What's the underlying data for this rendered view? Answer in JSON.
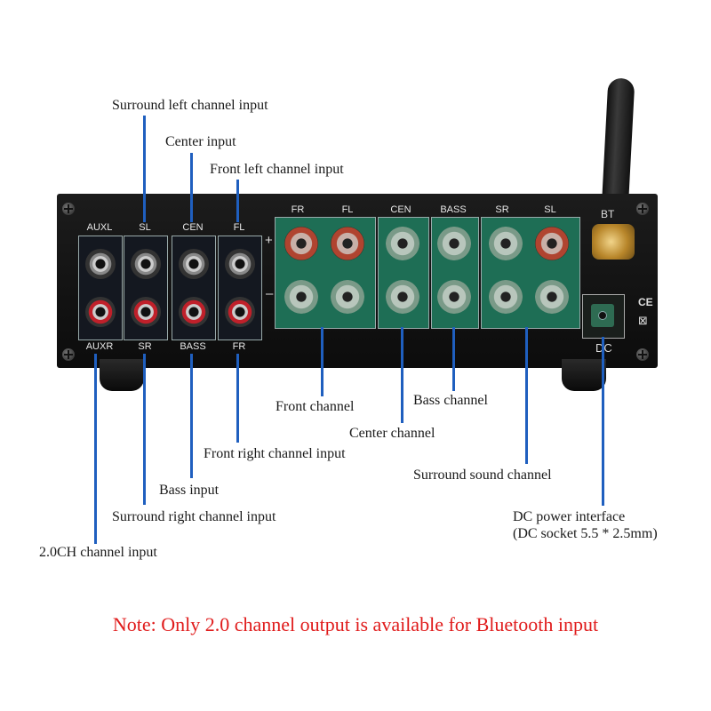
{
  "callouts": {
    "surround_left_input": "Surround left channel input",
    "center_input": "Center input",
    "front_left_input": "Front left channel input",
    "front_channel": "Front channel",
    "bass_channel": "Bass channel",
    "center_channel": "Center channel",
    "front_right_input": "Front right channel input",
    "surround_sound_channel": "Surround sound channel",
    "bass_input": "Bass input",
    "dc_power_line1": "DC power interface",
    "dc_power_line2": "(DC socket 5.5 * 2.5mm)",
    "surround_right_input": "Surround right channel input",
    "ch20_input": "2.0CH channel input"
  },
  "panel_labels": {
    "top": [
      "AUXL",
      "SL",
      "CEN",
      "FL"
    ],
    "bottom": [
      "AUXR",
      "SR",
      "BASS",
      "FR"
    ],
    "speakers": [
      "FR",
      "FL",
      "CEN",
      "BASS",
      "SR",
      "SL"
    ],
    "plus": "+",
    "minus": "–",
    "bt": "BT",
    "dc": "DC",
    "ce": "CE",
    "weee": "⊠"
  },
  "note": "Note: Only 2.0 channel output is available for Bluetooth input",
  "colors": {
    "leader": "#1f5fbf",
    "note": "#e01b1b",
    "terminal_green": "#1e6e55"
  }
}
